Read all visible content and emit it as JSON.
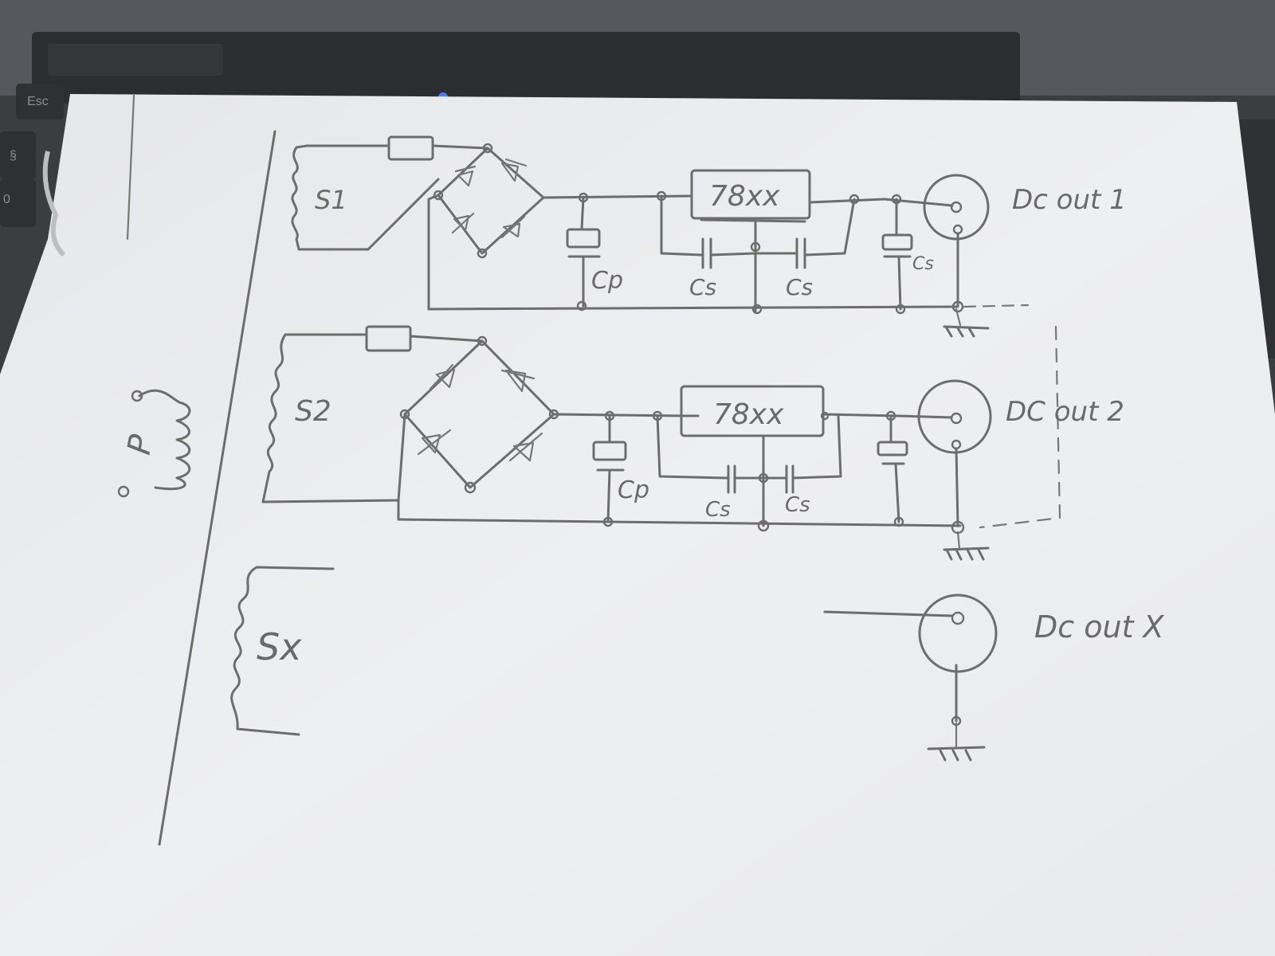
{
  "keyboard": {
    "keys": [
      "Esc",
      "§",
      "0"
    ]
  },
  "schematic": {
    "primary": {
      "label": "P"
    },
    "stages": [
      {
        "secondary": "S1",
        "regulator": "78xx",
        "cap_filter": "Cp",
        "cap_small_left": "Cs",
        "cap_small_right": "Cs",
        "cap_out": "Cs",
        "output": "Dc out 1"
      },
      {
        "secondary": "S2",
        "regulator": "78xx",
        "cap_filter": "Cp",
        "cap_small_left": "Cs",
        "cap_small_right": "Cs",
        "output": "DC out 2"
      }
    ],
    "extra": {
      "secondary": "Sx",
      "output": "Dc out X"
    }
  },
  "colors": {
    "paper": "#ecedef",
    "ink": "#6d6d6d",
    "keyboard": "#2b2e31"
  }
}
